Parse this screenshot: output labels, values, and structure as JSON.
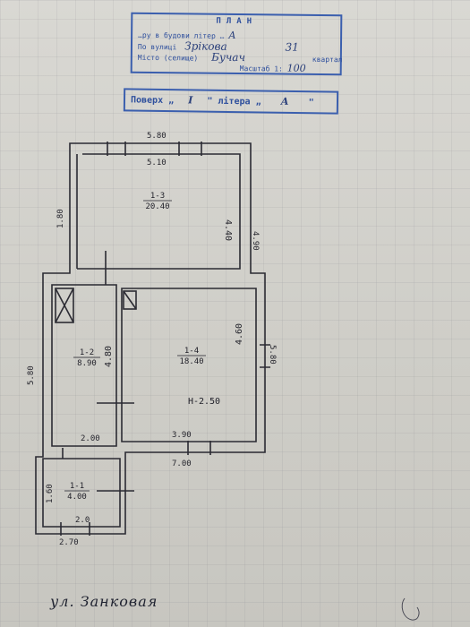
{
  "stamp_plan": {
    "title": "ПЛАН",
    "line1_label": "…ру в будови літер …",
    "line1_value": "А",
    "street_label": "По вулиці",
    "street_value": "Зрікова",
    "house_no": "31",
    "city_label": "Місто (селище)",
    "city_value": "Бучач",
    "quarter_label": "квартал",
    "scale_label": "Масштаб 1:",
    "scale_value": "100"
  },
  "stamp_floor": {
    "floor_label": "Поверх",
    "floor_value": "I",
    "letter_label": "літера",
    "letter_value": "А"
  },
  "plan": {
    "dims": {
      "top_outer": "5.80",
      "top_inner": "5.10",
      "left_upper": "1.80",
      "left_outer": "5.80",
      "right_upper": "4.90",
      "right_lower": "5.80",
      "upper_room_right": "4.40",
      "room_4_height": "4.60",
      "room_2_height": "4.80",
      "room_2_width": "2.00",
      "room_4_width": "3.90",
      "bottom_total": "7.00",
      "room_1_height": "1.60",
      "room_1_inner": "2.0",
      "bottom_left": "2.70"
    },
    "rooms": [
      {
        "id": "1-3",
        "area": "20.40"
      },
      {
        "id": "1-2",
        "area": "8.90"
      },
      {
        "id": "1-4",
        "area": "18.40"
      },
      {
        "id": "1-1",
        "area": "4.00"
      }
    ],
    "height_note": "Н-2.50"
  },
  "street_caption": "ул. Занковая"
}
